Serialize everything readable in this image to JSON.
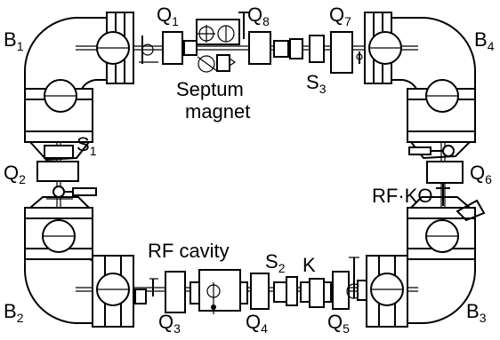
{
  "labels": {
    "B1": {
      "main": "B",
      "sub": "1"
    },
    "B2": {
      "main": "B",
      "sub": "2"
    },
    "B3": {
      "main": "B",
      "sub": "3"
    },
    "B4": {
      "main": "B",
      "sub": "4"
    },
    "Q1": {
      "main": "Q",
      "sub": "1"
    },
    "Q2": {
      "main": "Q",
      "sub": "2"
    },
    "Q3": {
      "main": "Q",
      "sub": "3"
    },
    "Q4": {
      "main": "Q",
      "sub": "4"
    },
    "Q5": {
      "main": "Q",
      "sub": "5"
    },
    "Q6": {
      "main": "Q",
      "sub": "6"
    },
    "Q7": {
      "main": "Q",
      "sub": "7"
    },
    "Q8": {
      "main": "Q",
      "sub": "8"
    },
    "S1": {
      "main": "S",
      "sub": "1"
    },
    "S2": {
      "main": "S",
      "sub": "2"
    },
    "S3": {
      "main": "S",
      "sub": "3"
    },
    "K": "K",
    "septum_line1": "Septum",
    "septum_line2": "magnet",
    "rf_cavity": "RF cavity",
    "rf_ko": "RF·KO"
  }
}
